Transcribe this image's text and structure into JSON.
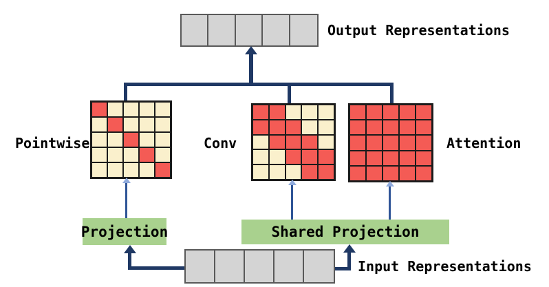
{
  "diagram": {
    "title": "Projection sharing diagram with Pointwise, Conv and Attention mixing matrices",
    "output_row": {
      "label": "Output Representations",
      "cells": 5
    },
    "input_row": {
      "label": "Input Representations",
      "cells": 5
    },
    "matrices": [
      {
        "id": "pointwise",
        "label": "Pointwise",
        "grid": [
          [
            1,
            0,
            0,
            0,
            0
          ],
          [
            0,
            1,
            0,
            0,
            0
          ],
          [
            0,
            0,
            1,
            0,
            0
          ],
          [
            0,
            0,
            0,
            1,
            0
          ],
          [
            0,
            0,
            0,
            0,
            1
          ]
        ]
      },
      {
        "id": "conv",
        "label": "Conv",
        "grid": [
          [
            1,
            1,
            0,
            0,
            0
          ],
          [
            1,
            1,
            1,
            0,
            0
          ],
          [
            0,
            1,
            1,
            1,
            0
          ],
          [
            0,
            0,
            1,
            1,
            1
          ],
          [
            0,
            0,
            0,
            1,
            1
          ]
        ]
      },
      {
        "id": "attention",
        "label": "Attention",
        "grid": [
          [
            1,
            1,
            1,
            1,
            1
          ],
          [
            1,
            1,
            1,
            1,
            1
          ],
          [
            1,
            1,
            1,
            1,
            1
          ],
          [
            1,
            1,
            1,
            1,
            1
          ],
          [
            1,
            1,
            1,
            1,
            1
          ]
        ]
      }
    ],
    "projections": [
      {
        "id": "projection",
        "label": "Projection"
      },
      {
        "id": "shared-projection",
        "label": "Shared Projection"
      }
    ],
    "colors": {
      "active_cell": "#f45b55",
      "inactive_cell": "#faf0cc",
      "token_cell": "#d4d4d4",
      "projection_box": "#a9d18e",
      "arrow_dark": "#1f3864",
      "arrow_light": "#2f5597",
      "arrow_head_light": "#8faadc"
    }
  }
}
